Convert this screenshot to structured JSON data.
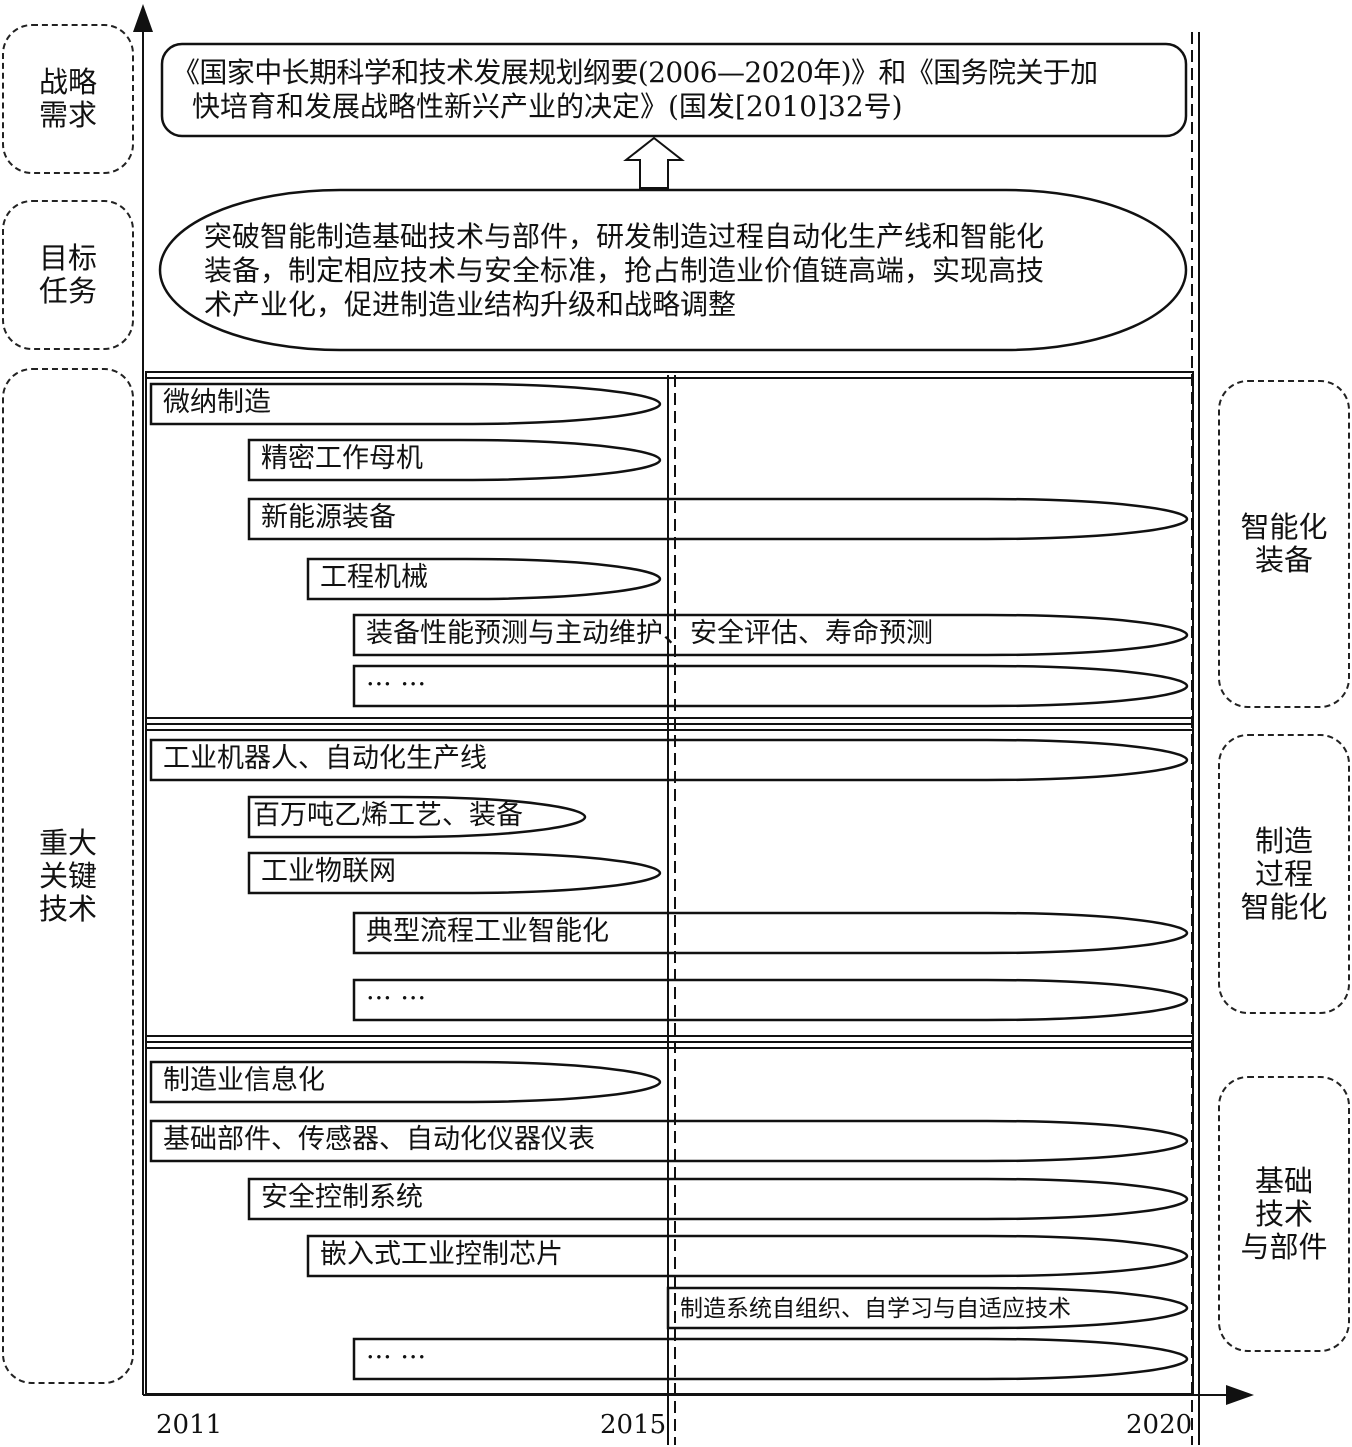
{
  "left_labels": {
    "strategy": [
      "战略",
      "需求"
    ],
    "goal": [
      "目标",
      "任务"
    ],
    "tech": [
      "重大",
      "关键",
      "技术"
    ]
  },
  "right_labels": {
    "equipment": [
      "智能化",
      "装备"
    ],
    "process": [
      "制造",
      "过程",
      "智能化"
    ],
    "base": [
      "基础",
      "技术",
      "与部件"
    ]
  },
  "strategy_box": {
    "line1": "《国家中长期科学和技术发展规划纲要(2006—2020年)》和《国务院关于加",
    "line2": "快培育和发展战略性新兴产业的决定》(国发[2010]32号)"
  },
  "goal_box": {
    "line1": "突破智能制造基础技术与部件，研发制造过程自动化生产线和智能化",
    "line2": "装备，制定相应技术与安全标准，抢占制造业价值链高端，实现高技",
    "line3": "术产业化，促进制造业结构升级和战略调整"
  },
  "axis": {
    "years": [
      "2011",
      "2015",
      "2020"
    ]
  },
  "groups": [
    {
      "items": [
        {
          "label": "微纳制造",
          "start": 2011,
          "end": 2015
        },
        {
          "label": "精密工作母机",
          "start": 2012,
          "end": 2015
        },
        {
          "label": "新能源装备",
          "start": 2012,
          "end": 2020
        },
        {
          "label": "工程机械",
          "start": 2013,
          "end": 2015
        },
        {
          "label": "装备性能预测与主动维护、安全评估、寿命预测",
          "start": 2014,
          "end": 2020
        },
        {
          "label": "··· ···",
          "start": 2014,
          "end": 2020
        }
      ]
    },
    {
      "items": [
        {
          "label": "工业机器人、自动化生产线",
          "start": 2011,
          "end": 2020
        },
        {
          "label": "百万吨乙烯工艺、装备",
          "start": 2012,
          "end": 2014
        },
        {
          "label": "工业物联网",
          "start": 2012,
          "end": 2015
        },
        {
          "label": "典型流程工业智能化",
          "start": 2014,
          "end": 2020
        },
        {
          "label": "··· ···",
          "start": 2014,
          "end": 2020
        }
      ]
    },
    {
      "items": [
        {
          "label": "制造业信息化",
          "start": 2011,
          "end": 2015
        },
        {
          "label": "基础部件、传感器、自动化仪器仪表",
          "start": 2011,
          "end": 2020
        },
        {
          "label": "安全控制系统",
          "start": 2012,
          "end": 2020
        },
        {
          "label": "嵌入式工业控制芯片",
          "start": 2013,
          "end": 2020
        },
        {
          "label": "制造系统自组织、自学习与自适应技术",
          "start": 2015,
          "end": 2020
        },
        {
          "label": "··· ···",
          "start": 2014,
          "end": 2020
        }
      ]
    }
  ]
}
